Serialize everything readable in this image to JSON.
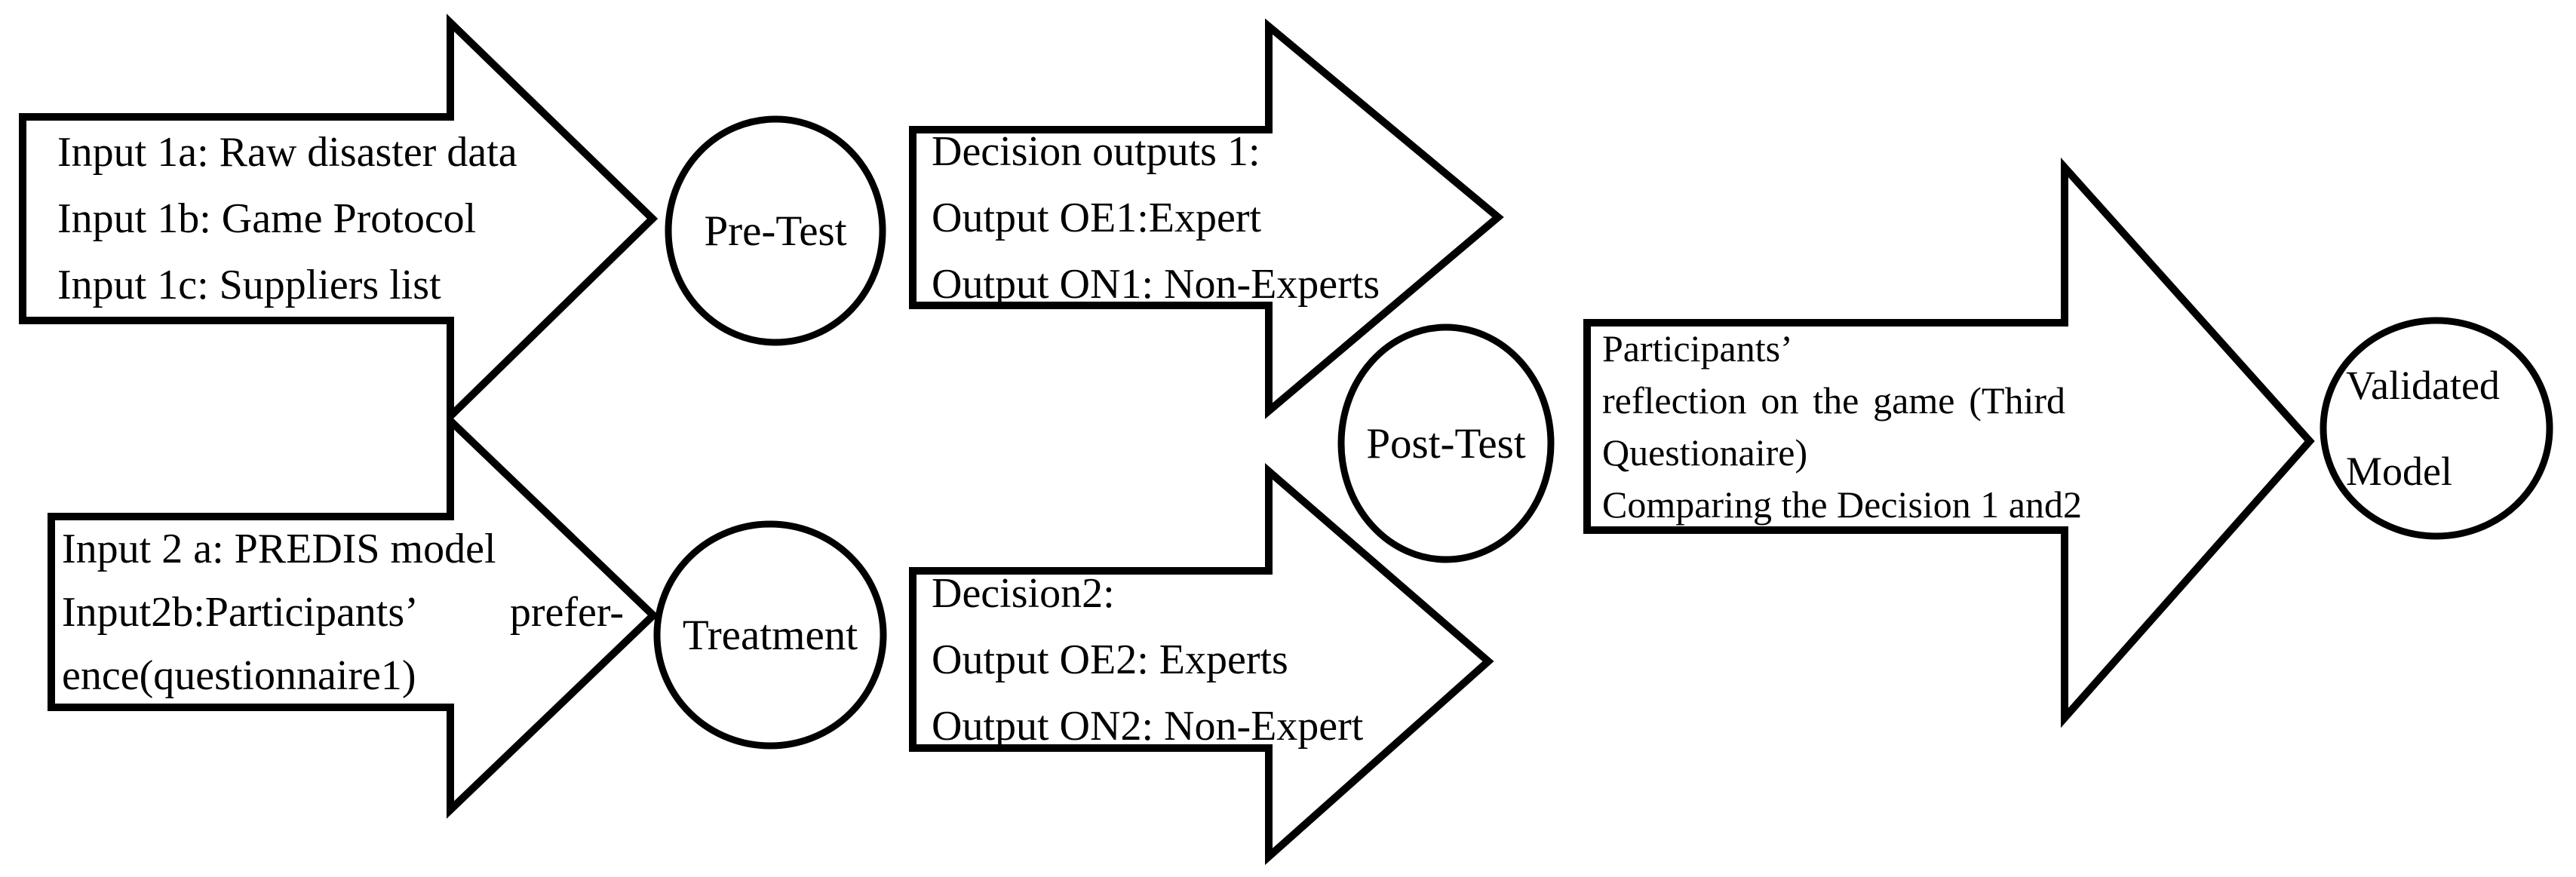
{
  "colors": {
    "background": "#ffffff",
    "stroke": "#000000"
  },
  "arrows": {
    "inputs1": {
      "lines": [
        "Input 1a: Raw disaster data",
        "Input 1b: Game Protocol",
        "Input 1c: Suppliers list"
      ]
    },
    "decision1": {
      "lines": [
        "Decision outputs 1:",
        "Output OE1:Expert",
        "Output ON1: Non-Experts"
      ]
    },
    "inputs2": {
      "lines": [
        "Input 2 a: PREDIS model",
        "Input2b:Participants’ prefer-",
        "ence(questionnaire1)"
      ]
    },
    "decision2": {
      "lines": [
        "Decision2:",
        "Output OE2: Experts",
        "Output ON2: Non-Expert"
      ]
    },
    "reflection": {
      "lines": [
        "Participants’",
        "reflection on the game (Third",
        "Questionaire)",
        "Comparing the Decision 1 and2"
      ]
    }
  },
  "circles": {
    "pre_test": {
      "label": "Pre-Test"
    },
    "treatment": {
      "label": "Treatment"
    },
    "post_test": {
      "label": "Post-Test"
    },
    "validated_model": {
      "lines": [
        "Validated",
        "Model"
      ]
    }
  }
}
